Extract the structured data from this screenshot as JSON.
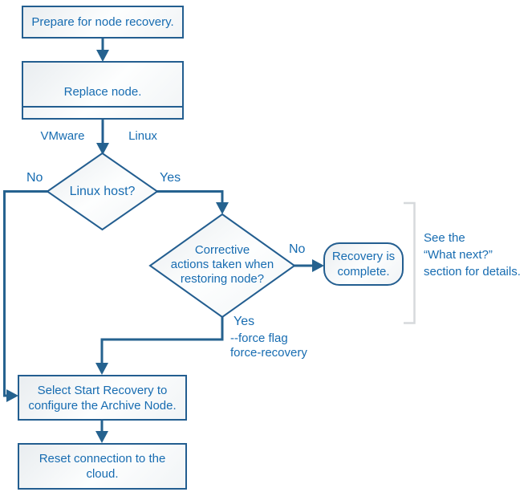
{
  "flowchart": {
    "nodes": {
      "prepare": {
        "label": "Prepare for node recovery."
      },
      "replace": {
        "label": "Replace node.",
        "cell_vmware": "VMware",
        "cell_linux": "Linux"
      },
      "linux_host": {
        "label": "Linux host?"
      },
      "corrective": {
        "label": "Corrective\nactions taken when\nrestoring node?"
      },
      "recovery_complete": {
        "label": "Recovery is\ncomplete."
      },
      "select_start": {
        "label": "Select Start Recovery to\nconfigure the Archive Node."
      },
      "reset_connection": {
        "label": "Reset connection to the\ncloud."
      }
    },
    "edge_labels": {
      "no1": "No",
      "yes1": "Yes",
      "no2": "No",
      "yes2": "Yes",
      "force_flag_line1": "--force flag",
      "force_flag_line2": "force-recovery"
    },
    "annotation": {
      "note": "See the\n“What next?”\nsection for details."
    },
    "colors": {
      "line": "#25628f",
      "border": "#235e90",
      "text": "#176cb1",
      "bracket": "#d6d9dc",
      "fill_light": "#e9edf0",
      "fill_white": "#fdfefe"
    }
  }
}
